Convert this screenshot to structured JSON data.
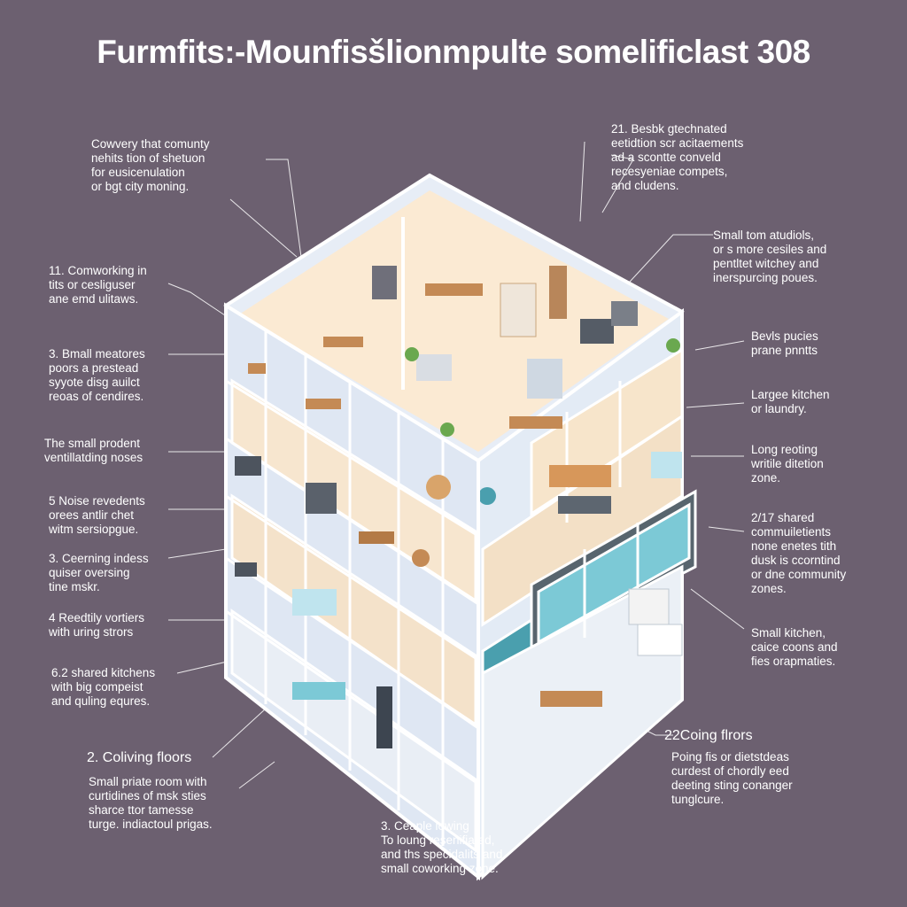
{
  "title": "Furmfits:-Mounfisšlionmpulte somelificlast 308",
  "colors": {
    "background": "#6c6070",
    "frame": "#ffffff",
    "floor": "#fbead3",
    "glass": "#dfe9f4",
    "accent": "#4a9fae"
  },
  "annotations": {
    "a1": [
      "Cowvery that comunty",
      "nehits tion of shetuon",
      "for eusicenulation",
      "or bgt city moning."
    ],
    "a2": [
      "11. Comworking in",
      "tits or cesliguser",
      "ane emd ulitaws."
    ],
    "a3": [
      "3. Bmall meatores",
      "poors a prestead",
      "syyote disg auilct",
      "reoas of cendires."
    ],
    "a4": [
      "The small prodent",
      "ventillatding noses"
    ],
    "a5": [
      "5 Noise revedents",
      "orees antlir chet",
      "witm sersiopgue."
    ],
    "a6": [
      "3. Ceerning indess",
      "quiser oversing",
      "tine mskr."
    ],
    "a7": [
      "4 Reedtily vortiers",
      "with uring strors"
    ],
    "a8": [
      "6.2 shared kitchens",
      "with big compeist",
      "and quling equres."
    ],
    "a9": [
      "2. Coliving floors"
    ],
    "a10": [
      "Small priate room with",
      "curtidines of msk sties",
      "sharce ttor tamesse",
      "turge. indiactoul prigas."
    ],
    "a11": [
      "21. Besbk gtechnated",
      "eetidtion scr acitaements",
      "ad a scontte conveld",
      "recesyeniae compets,",
      "and cludens."
    ],
    "a12": [
      "Small tom atudiols,",
      "or s more cesiles and",
      "pentltet witchey and",
      "inerspurcing poues."
    ],
    "a13": [
      "Bevls pucies",
      "prane pnntts"
    ],
    "a14": [
      "Largee kitchen",
      "or laundry."
    ],
    "a15": [
      "Long reoting",
      "writile ditetion",
      "zone."
    ],
    "a16": [
      "2/17 shared",
      "commuiletients",
      "none enetes tith",
      "dusk is ccorntind",
      "or dne community",
      "zones."
    ],
    "a17": [
      "Small kitchen,",
      "caice coons and",
      "fies orapmaties."
    ],
    "a18": [
      "22Coing flrors"
    ],
    "a19": [
      "Poing fis or dietstdeas",
      "curdest of chordly eed",
      "deeting sting conanger",
      "tunglcure."
    ],
    "a20": [
      "3. Ceaple lowing",
      "To loung resenifiated,",
      "and ths specidalits and",
      "small coworking zone."
    ]
  }
}
